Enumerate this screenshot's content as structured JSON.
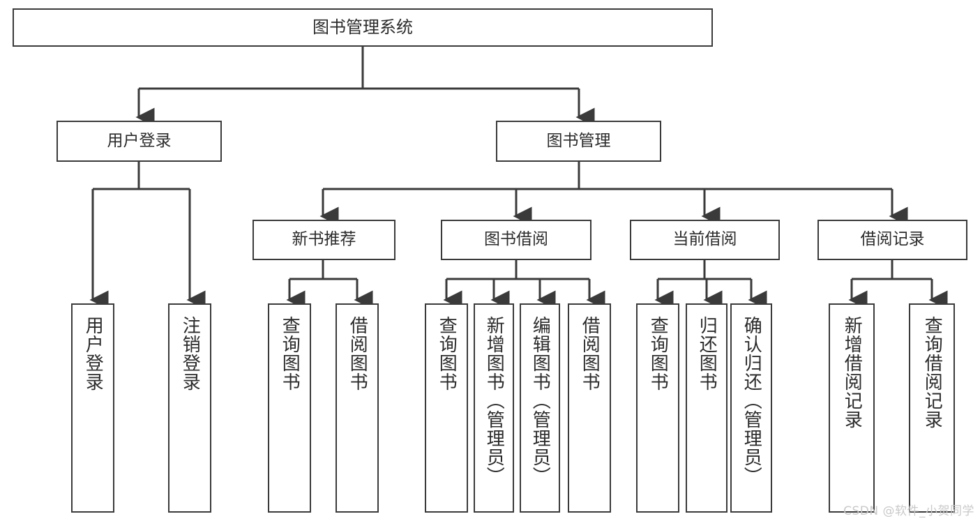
{
  "diagram": {
    "title": "图书管理系统",
    "watermark": "CSDN @软件_小贺同学",
    "colors": {
      "stroke": "#3a3a3a",
      "text": "#2b2b2b",
      "background": "#ffffff",
      "watermark": "#c9c9c9"
    },
    "nodes": {
      "root": {
        "label": "图书管理系统"
      },
      "level2": [
        {
          "label": "用户登录"
        },
        {
          "label": "图书管理"
        }
      ],
      "level3": [
        {
          "label": "新书推荐"
        },
        {
          "label": "图书借阅"
        },
        {
          "label": "当前借阅"
        },
        {
          "label": "借阅记录"
        }
      ],
      "leaves": {
        "user_login": [
          {
            "label": "用户登录"
          },
          {
            "label": "注销登录"
          }
        ],
        "new_book": [
          {
            "label": "查询图书"
          },
          {
            "label": "借阅图书"
          }
        ],
        "book_borrow": [
          {
            "label": "查询图书"
          },
          {
            "label": "新增图书（管理员）"
          },
          {
            "label": "编辑图书（管理员）"
          },
          {
            "label": "借阅图书"
          }
        ],
        "current_borrow": [
          {
            "label": "查询图书"
          },
          {
            "label": "归还图书"
          },
          {
            "label": "确认归还（管理员）"
          }
        ],
        "borrow_record": [
          {
            "label": "新增借阅记录"
          },
          {
            "label": "查询借阅记录"
          }
        ]
      }
    }
  }
}
